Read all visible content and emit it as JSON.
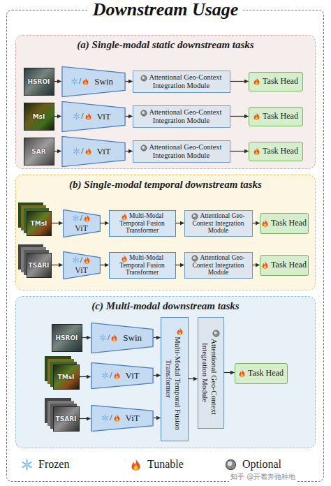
{
  "diagram": {
    "title": "Downstream Usage",
    "nodes": [
      {
        "text": [
          "(a) Single-modal static downstream tasks"
        ]
      },
      {
        "text": [
          "HSROI"
        ],
        "in": 0
      },
      {
        "text": [
          "/",
          "Swin"
        ],
        "in": 0
      },
      {
        "text": [
          "Attentional Geo-Context Integration Module"
        ],
        "in": 0
      },
      {
        "text": [
          "Task Head"
        ],
        "in": 0
      },
      {
        "text": [
          "MsI"
        ],
        "in": 0
      },
      {
        "text": [
          "/",
          "ViT"
        ],
        "in": 0
      },
      {
        "text": [
          "Attentional Geo-Context Integration Module"
        ],
        "in": 0
      },
      {
        "text": [
          "Task Head"
        ],
        "in": 0
      },
      {
        "text": [
          "SAR"
        ],
        "in": 0
      },
      {
        "text": [
          "/",
          "ViT"
        ],
        "in": 0
      },
      {
        "text": [
          "Attentional Geo-Context Integration Module"
        ],
        "in": 0
      },
      {
        "text": [
          "Task Head"
        ],
        "in": 0
      },
      {
        "text": [
          "(b) Single-modal temporal downstream tasks"
        ]
      },
      {
        "text": [
          "TMsI"
        ],
        "in": 13
      },
      {
        "text": [
          "/",
          "ViT"
        ],
        "in": 13
      },
      {
        "text": [
          "Multi-Modal Temporal Fusion Transformer"
        ],
        "in": 13
      },
      {
        "text": [
          "Attentional Geo-Context Integration Module"
        ],
        "in": 13
      },
      {
        "text": [
          "Task Head"
        ],
        "in": 13
      },
      {
        "text": [
          "TSARI"
        ],
        "in": 13
      },
      {
        "text": [
          "/",
          "ViT"
        ],
        "in": 13
      },
      {
        "text": [
          "Multi-Modal Temporal Fusion Transformer"
        ],
        "in": 13
      },
      {
        "text": [
          "Attentional Geo-Context Integration Module"
        ],
        "in": 13
      },
      {
        "text": [
          "Task Head"
        ],
        "in": 13
      },
      {
        "text": [
          "(c) Multi-modal downstream tasks"
        ]
      },
      {
        "text": [
          "HSROI"
        ],
        "in": 24
      },
      {
        "text": [
          "/",
          "Swin"
        ],
        "in": 24
      },
      {
        "text": [
          "TMsI"
        ],
        "in": 24
      },
      {
        "text": [
          "/",
          "ViT"
        ],
        "in": 24
      },
      {
        "text": [
          "TSARI"
        ],
        "in": 24
      },
      {
        "text": [
          "/",
          "ViT"
        ],
        "in": 24
      },
      {
        "text": [
          "Multi-Modal Temporal Fusion Transformer"
        ],
        "in": 24
      },
      {
        "text": [
          "Attentional Geo-Context Integration Module"
        ],
        "in": 24
      },
      {
        "text": [
          "Task Head"
        ],
        "in": 24
      }
    ],
    "edges": [
      {
        "from": 1,
        "to": 2,
        "arrow": "to"
      },
      {
        "from": 2,
        "to": 3,
        "arrow": "to"
      },
      {
        "from": 3,
        "to": 4,
        "arrow": "to"
      },
      {
        "from": 5,
        "to": 6,
        "arrow": "to"
      },
      {
        "from": 6,
        "to": 7,
        "arrow": "to"
      },
      {
        "from": 7,
        "to": 8,
        "arrow": "to"
      },
      {
        "from": 9,
        "to": 10,
        "arrow": "to"
      },
      {
        "from": 10,
        "to": 11,
        "arrow": "to"
      },
      {
        "from": 11,
        "to": 12,
        "arrow": "to"
      },
      {
        "from": 14,
        "to": 15,
        "arrow": "to"
      },
      {
        "from": 15,
        "to": 16,
        "arrow": "to"
      },
      {
        "from": 16,
        "to": 17,
        "arrow": "to"
      },
      {
        "from": 17,
        "to": 18,
        "arrow": "to"
      },
      {
        "from": 19,
        "to": 20,
        "arrow": "to"
      },
      {
        "from": 20,
        "to": 21,
        "arrow": "to"
      },
      {
        "from": 21,
        "to": 22,
        "arrow": "to"
      },
      {
        "from": 22,
        "to": 23,
        "arrow": "to"
      },
      {
        "from": 25,
        "to": 26,
        "arrow": "to"
      },
      {
        "from": 26,
        "to": 31,
        "arrow": "to"
      },
      {
        "from": 27,
        "to": 28,
        "arrow": "to"
      },
      {
        "from": 28,
        "to": 31,
        "arrow": "to"
      },
      {
        "from": 29,
        "to": 30,
        "arrow": "to"
      },
      {
        "from": 30,
        "to": 31,
        "arrow": "to"
      },
      {
        "from": 31,
        "to": 32,
        "arrow": "to"
      },
      {
        "from": 32,
        "to": 33,
        "arrow": "to"
      }
    ],
    "labels": [
      "知乎 @开着奔驰种地"
    ],
    "legend": [
      {
        "text": "Frozen"
      },
      {
        "text": "Tunable"
      },
      {
        "text": "Optional"
      }
    ]
  }
}
